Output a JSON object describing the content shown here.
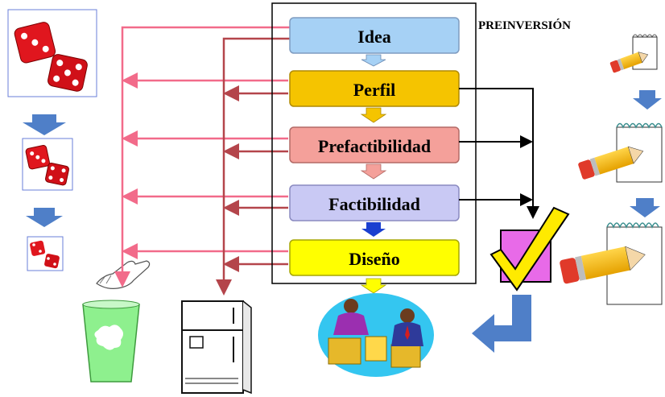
{
  "header": {
    "title": "PREINVERSIÓN"
  },
  "stages": [
    {
      "label": "Idea",
      "fill": "#a6d1f5"
    },
    {
      "label": "Perfil",
      "fill": "#f5c400"
    },
    {
      "label": "Prefactibilidad",
      "fill": "#f4a09a"
    },
    {
      "label": "Factibilidad",
      "fill": "#c9c9f4"
    },
    {
      "label": "Diseño",
      "fill": "#ffff00"
    }
  ],
  "colors": {
    "discard_line": "#f26b8a",
    "shelve_line": "#b4454b",
    "advance_line": "#000000",
    "arrow_blue": "#4f7fc8",
    "check_yellow": "#ffea00",
    "check_box": "#e86ae8",
    "bin_green": "#8ef08e"
  },
  "icons": {
    "dice": "dice-icon",
    "trash": "trash-bin-icon",
    "fridge": "refrigerator-icon",
    "check": "checkmark-icon",
    "pencil_notes": "pencil-notepad-icon",
    "meeting": "business-meeting-icon",
    "hand": "hand-icon"
  }
}
